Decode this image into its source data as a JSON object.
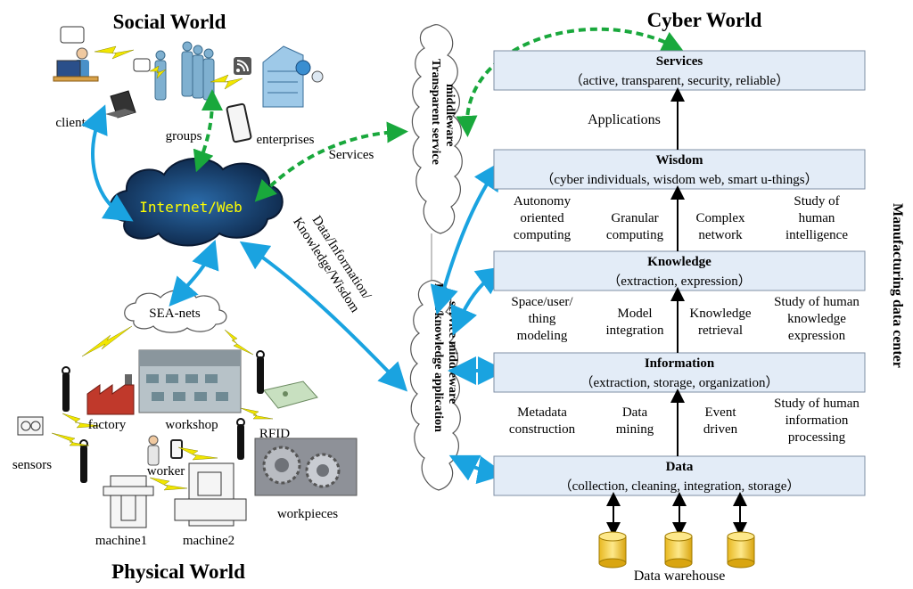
{
  "worlds": {
    "social": "Social World",
    "cyber": "Cyber World",
    "physical": "Physical World"
  },
  "social": {
    "clients": "clients",
    "groups": "groups",
    "enterprises": "enterprises"
  },
  "internet": "Internet/Web",
  "sea_nets": "SEA-nets",
  "physical": {
    "factory": "factory",
    "workshop": "workshop",
    "rfid": "RFID",
    "sensors": "sensors",
    "worker": "worker",
    "machine1": "machine1",
    "machine2": "machine2",
    "workpieces": "workpieces"
  },
  "links": {
    "services": "Services",
    "data_flow_line1": "Data/Information/",
    "data_flow_line2": "Knowledge/Wisdom"
  },
  "middleware": {
    "transparent_line1": "Transparent service",
    "transparent_line2": "middleware",
    "dk_line1": "Data/knowledge application",
    "dk_line2": "service middleware"
  },
  "layers": [
    {
      "title": "Services",
      "subtitle": "（active, transparent, security, reliable）"
    },
    {
      "title": "Wisdom",
      "subtitle": "（cyber individuals, wisdom web, smart u-things）"
    },
    {
      "title": "Knowledge",
      "subtitle": "（extraction, expression）"
    },
    {
      "title": "Information",
      "subtitle": "（extraction, storage, organization）"
    },
    {
      "title": "Data",
      "subtitle": "（collection, cleaning, integration, storage）"
    }
  ],
  "applications": "Applications",
  "between_wisdom_knowledge": [
    [
      "Autonomy",
      "oriented",
      "computing"
    ],
    [
      "Granular",
      "computing"
    ],
    [
      "Complex",
      "network"
    ],
    [
      "Study of",
      "human",
      "intelligence"
    ]
  ],
  "between_knowledge_information": [
    [
      "Space/user/",
      "thing",
      "modeling"
    ],
    [
      "Model",
      "integration"
    ],
    [
      "Knowledge",
      "retrieval"
    ],
    [
      "Study of human",
      "knowledge",
      "expression"
    ]
  ],
  "between_information_data": [
    [
      "Metadata",
      "construction"
    ],
    [
      "Data",
      "mining"
    ],
    [
      "Event",
      "driven"
    ],
    [
      "Study of human",
      "information",
      "processing"
    ]
  ],
  "data_warehouse": "Data warehouse",
  "manufacturing_data_center": "Manufacturing data center",
  "icons": [
    "laptop-icon",
    "person-icon",
    "building-icon",
    "rss-icon",
    "tablet-icon",
    "cloud-icon",
    "antenna-icon",
    "factory-icon",
    "sensor-icon",
    "rfid-reader-icon",
    "machine-icon",
    "gear-icon",
    "database-icon"
  ],
  "colors": {
    "layer_fill": "#e3ecf7",
    "layer_stroke": "#7f8fa6",
    "blue_arrow": "#1aa3e0",
    "green_dashed": "#19a83c",
    "lightning": "#f2e600",
    "cloud_dark": "#12355e",
    "internet_text": "#ffff00",
    "db_fill": "#f7d23a"
  }
}
